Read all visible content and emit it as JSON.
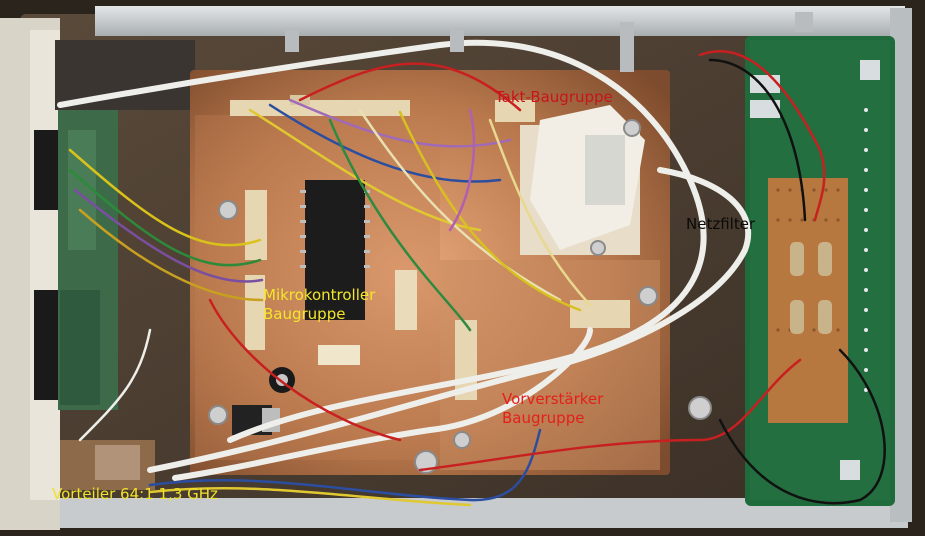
{
  "labels": {
    "takt": "Takt-Baugruppe",
    "netzfilter": "Netzfilter",
    "mikro_line1": "Mikrokontroller",
    "mikro_line2": "Baugruppe",
    "vorv_line1": "Vorverstärker",
    "vorv_line2": "Baugruppe",
    "vorteiler": "Vorteiler 64:1 1,3 GHz"
  },
  "colors": {
    "takt": "#c8141a",
    "netzfilter": "#0a0a0a",
    "mikro": "#f3e62a",
    "vorv": "#e3201a",
    "vorteiler": "#f0e12a",
    "copper_board": "#b5774e",
    "green_pcb": "#1f6b3c",
    "enclosure": "#cfd3d4"
  }
}
